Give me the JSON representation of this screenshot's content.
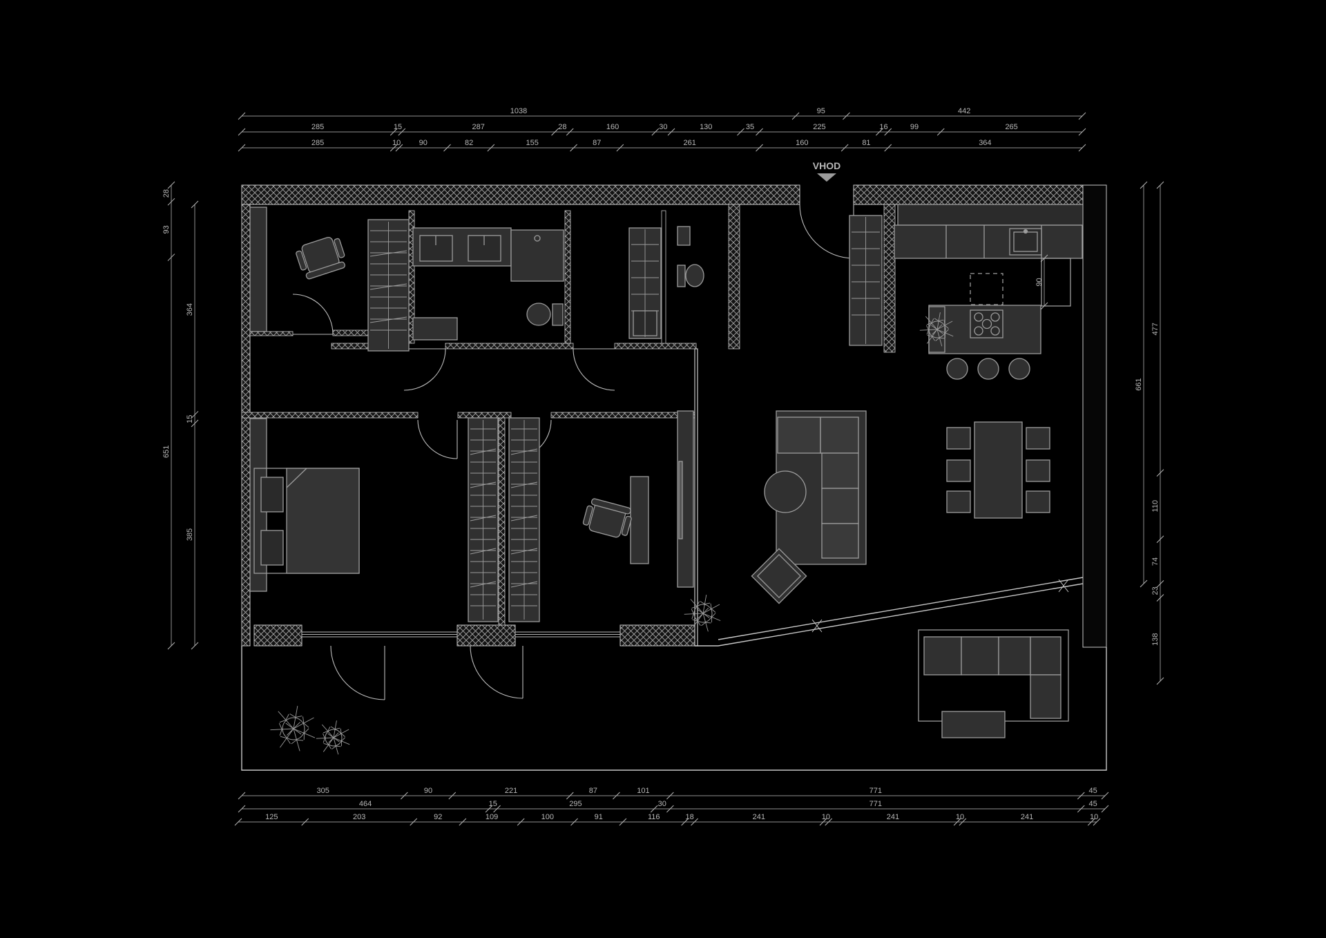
{
  "entrance": {
    "label": "VHOD"
  },
  "dimensions": {
    "top_rows": [
      [
        1038,
        95,
        442
      ],
      [
        285,
        15,
        287,
        28,
        160,
        30,
        130,
        35,
        225,
        16,
        99,
        265
      ],
      [
        285,
        10,
        90,
        82,
        155,
        87,
        261,
        160,
        81,
        364
      ]
    ],
    "bottom_rows": [
      [
        305,
        90,
        221,
        87,
        101,
        771,
        45
      ],
      [
        464,
        15,
        295,
        30,
        771,
        45
      ],
      [
        125,
        203,
        92,
        109,
        100,
        91,
        116,
        18,
        241,
        10,
        241,
        10,
        241,
        10
      ]
    ],
    "left_cols": [
      [
        28,
        93,
        651
      ],
      [
        364,
        15,
        385
      ]
    ],
    "right_cols": [
      [
        661
      ],
      [
        477,
        110,
        74,
        23,
        138
      ]
    ],
    "island_clearance": 90
  },
  "colors": {
    "background": "#000000",
    "wall_line": "#c8c8c8",
    "dim_line": "#909090",
    "dim_text": "#b8b8b8",
    "furniture_fill": "#303030",
    "furniture_stroke": "#9c9c9c"
  }
}
